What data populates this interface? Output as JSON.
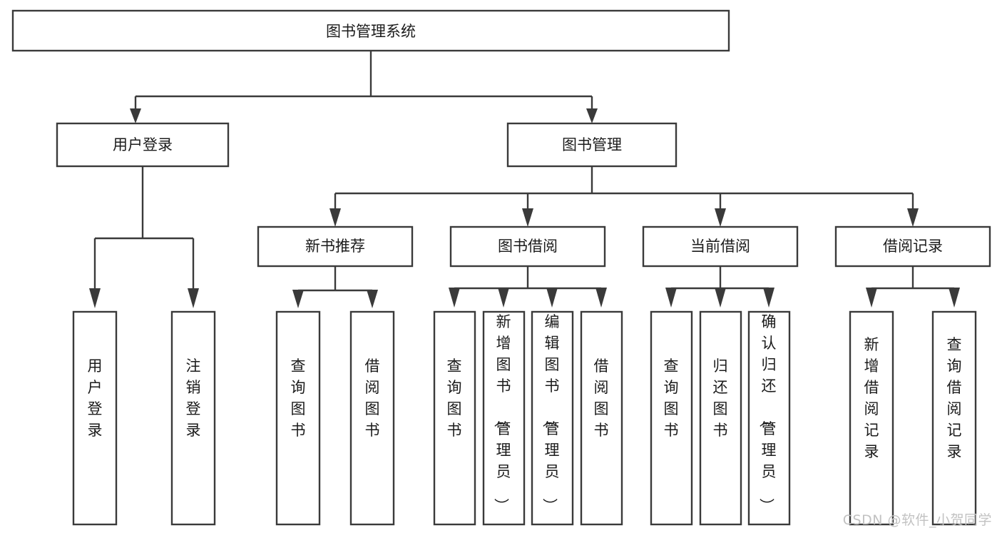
{
  "diagram": {
    "type": "tree-hierarchy",
    "title": "图书管理系统",
    "watermark": "CSDN @软件_小贺同学",
    "colors": {
      "background": "#ffffff",
      "box_fill": "#ffffff",
      "box_stroke": "#3a3a3a",
      "text": "#1b1b1b",
      "watermark": "#c2c2c2"
    },
    "levels": {
      "root": {
        "label": "图书管理系统",
        "orientation": "horizontal"
      },
      "level2": [
        {
          "id": "user-login",
          "label": "用户登录",
          "orientation": "horizontal"
        },
        {
          "id": "book-manage",
          "label": "图书管理",
          "orientation": "horizontal"
        }
      ],
      "level3": [
        {
          "id": "new-book-recommend",
          "label": "新书推荐",
          "orientation": "horizontal"
        },
        {
          "id": "book-borrow",
          "label": "图书借阅",
          "orientation": "horizontal"
        },
        {
          "id": "current-borrow",
          "label": "当前借阅",
          "orientation": "horizontal"
        },
        {
          "id": "borrow-record",
          "label": "借阅记录",
          "orientation": "horizontal"
        }
      ],
      "leaves": {
        "user-login": [
          {
            "id": "leaf-user-login",
            "label": "用户登录",
            "orientation": "vertical"
          },
          {
            "id": "leaf-logout-login",
            "label": "注销登录",
            "orientation": "vertical"
          }
        ],
        "new-book-recommend": [
          {
            "id": "leaf-query-book-1",
            "label": "查询图书",
            "orientation": "vertical"
          },
          {
            "id": "leaf-borrow-book-1",
            "label": "借阅图书",
            "orientation": "vertical"
          }
        ],
        "book-borrow": [
          {
            "id": "leaf-query-book-2",
            "label": "查询图书",
            "orientation": "vertical"
          },
          {
            "id": "leaf-add-book",
            "label": "新增图书（管理员）",
            "orientation": "vertical"
          },
          {
            "id": "leaf-edit-book",
            "label": "编辑图书（管理员）",
            "orientation": "vertical"
          },
          {
            "id": "leaf-borrow-book-2",
            "label": "借阅图书",
            "orientation": "vertical"
          }
        ],
        "current-borrow": [
          {
            "id": "leaf-query-book-3",
            "label": "查询图书",
            "orientation": "vertical"
          },
          {
            "id": "leaf-return-book",
            "label": "归还图书",
            "orientation": "vertical"
          },
          {
            "id": "leaf-confirm-return",
            "label": "确认归还（管理员）",
            "orientation": "vertical"
          }
        ],
        "borrow-record": [
          {
            "id": "leaf-add-record",
            "label": "新增借阅记录",
            "orientation": "vertical"
          },
          {
            "id": "leaf-query-record",
            "label": "查询借阅记录",
            "orientation": "vertical"
          }
        ]
      }
    }
  }
}
